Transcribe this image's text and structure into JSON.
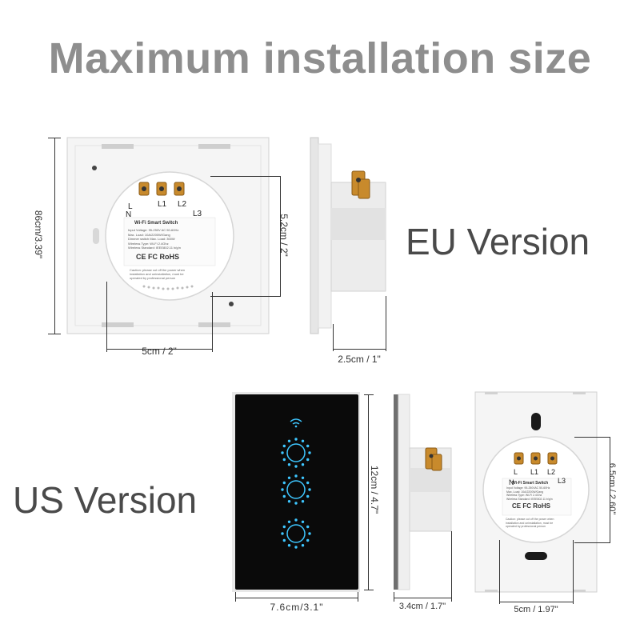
{
  "title": "Maximum installation size",
  "eu": {
    "label": "EU Version",
    "height_dim": "86cm/3.39\"",
    "circle_dim": "5.2cm / 2\"",
    "width_dim": "5cm / 2\"",
    "depth_dim": "2.5cm / 1\"",
    "terminals": [
      "L",
      "L1",
      "L2",
      "N",
      "L3"
    ],
    "module_title": "Wi-Fi Smart Switch",
    "module_specs": [
      "Input Voltage: 95-250V AC 50-60Hz",
      "Max. Load: 10A/2200W/Gang",
      "Dimmer switch Max. Load: 300W",
      "Wireless Type: Wi-Fi 2.4Ghz",
      "Wireless Standard: IEEE802.11 b/g/n"
    ],
    "marks": "CE FC RoHS",
    "caution": [
      "Caution: please cut off the power when",
      "installation and uninstallation, must be",
      "operated by professional person"
    ]
  },
  "us": {
    "label": "US Version",
    "front_width_dim": "7.6cm/3.1\"",
    "front_height_dim": "12cm / 4.7\"",
    "depth_dim": "3.4cm / 1.7\"",
    "back_width_dim": "5cm / 1.97\"",
    "circle_dim": "6.5cm / 2.60\"",
    "terminals": [
      "L",
      "L1",
      "L2",
      "N",
      "L3"
    ],
    "module_title": "Wi-Fi Smart Switch",
    "module_specs": [
      "Input Voltage: 95-250VAC 50-60Hz",
      "Max. Load: 10A/2200W/Gang",
      "Wireless Type: Wi-Fi 2.4Ghz",
      "Wireless Standard: IEEE802.11 b/g/n"
    ],
    "marks": "CE FC RoHS",
    "caution": [
      "Caution: please cut off the power when",
      "installation and uninstallation, must be",
      "operated by professional person"
    ]
  },
  "colors": {
    "title": "#8e8e8e",
    "version": "#4a4a4a",
    "glass": "#080808",
    "touch_glow": "#3ec6ff",
    "plate": "#f6f6f6"
  }
}
